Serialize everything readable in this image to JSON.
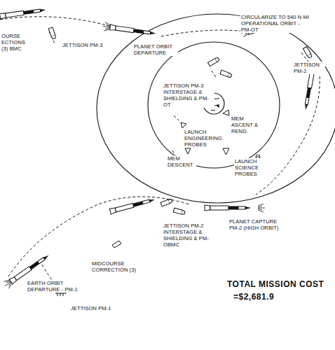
{
  "diagram": {
    "labels": [
      "OURSE ECTIONS (3) BMC",
      "JETTISON PM-3",
      "PLANET ORBIT DEPARTURE",
      "CIRCULARIZE TO 540 N MI OPERATIONAL ORBIT - PM-OT",
      "JETTISON PM-2",
      "JETTISON PM-3 INTERSTAGE & SHIELDING & PM-OT",
      "MEM ASCENT & REND.",
      "LAUNCH ENGINEERING PROBES",
      "MEM DESCENT",
      "LAUNCH SCIENCE PROBES",
      "PLANET CAPTURE PM-2 (HIGH ORBIT)",
      "EARTH ORBIT DEPARTURE - PM-1",
      "MIDCOURSE CORRECTION (3)",
      "JETTISON PM-2 INTERSTAGE & SHIELDING & PM-OBMC",
      "JETTISON PM-1",
      "TOTAL MISSION COST",
      "=$2,681.9"
    ]
  }
}
